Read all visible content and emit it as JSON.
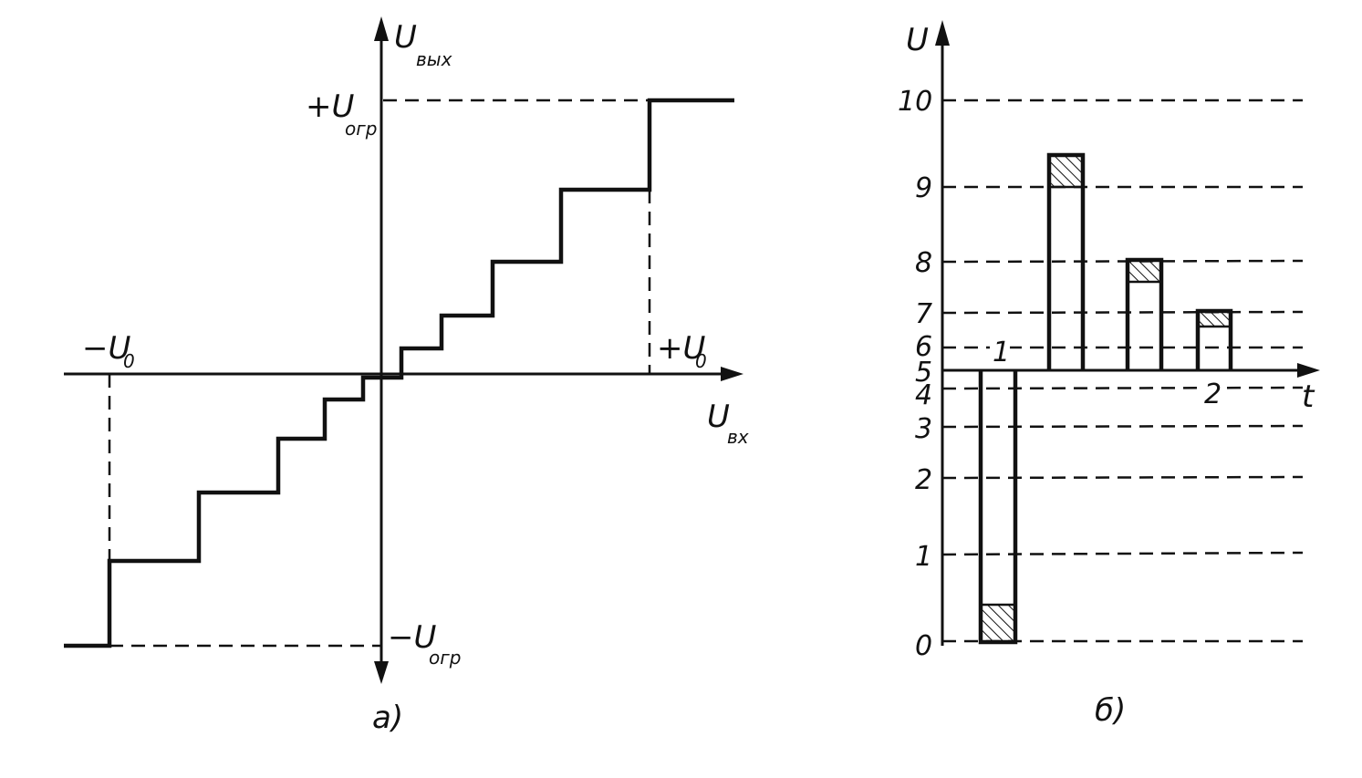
{
  "left_diagram": {
    "y_axis": {
      "main": "U",
      "sub": "вых"
    },
    "x_axis": {
      "main": "U",
      "sub": "вх"
    },
    "pos_limit": {
      "main": "+U",
      "sub": "огр"
    },
    "neg_limit": {
      "main": "−U",
      "sub": "огр"
    },
    "neg_threshold": {
      "main": "−U",
      "sub": "0"
    },
    "pos_threshold": {
      "main": "+U",
      "sub": "0"
    },
    "caption": "а)"
  },
  "right_diagram": {
    "y_axis_label": "U",
    "x_axis_label": "t",
    "levels": [
      "0",
      "1",
      "2",
      "3",
      "4",
      "5",
      "6",
      "7",
      "8",
      "9",
      "10"
    ],
    "pulse_labels": [
      "1",
      "2"
    ],
    "caption": "б)"
  }
}
